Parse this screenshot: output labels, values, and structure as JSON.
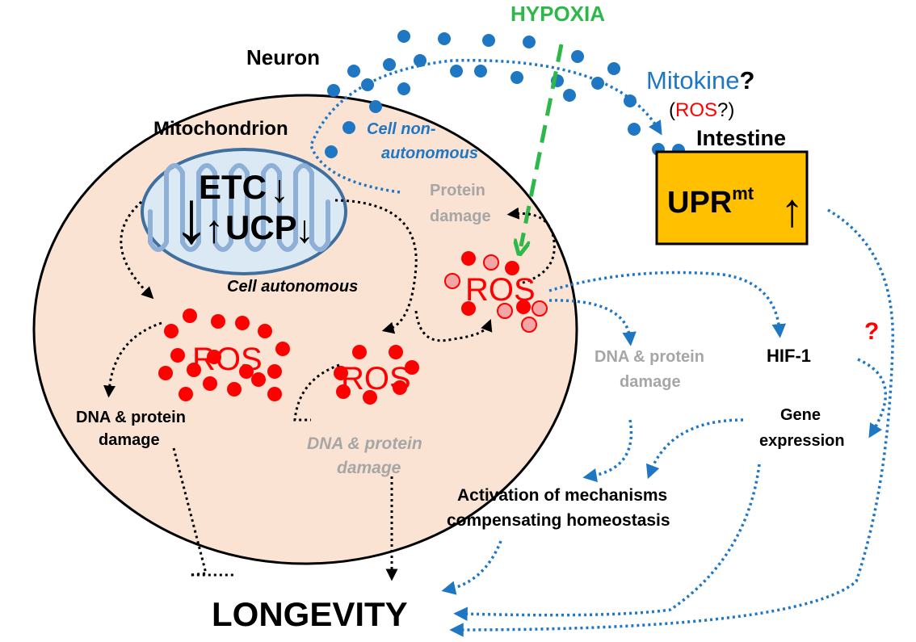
{
  "labels": {
    "neuron": "Neuron",
    "hypoxia": "HYPOXIA",
    "mitokine": "Mitokine",
    "mitokine_q": "?",
    "ros_paren_open": "(",
    "ros_paren_ros": "ROS",
    "ros_paren_close": "?)",
    "intestine": "Intestine",
    "upr": "UPR",
    "upr_sup": "mt",
    "upr_arrow": "↑",
    "mitochondrion": "Mitochondrion",
    "etc": "ETC",
    "ucp": "UCP",
    "cell_non_autonomous_1": "Cell non-",
    "cell_non_autonomous_2": "autonomous",
    "cell_autonomous": "Cell autonomous",
    "protein_damage_1": "Protein",
    "protein_damage_2": "damage",
    "ros_left": "ROS",
    "ros_middle": "ROS",
    "ros_right": "ROS",
    "dna_left_1": "DNA & protein",
    "dna_left_2": "damage",
    "dna_middle_1": "DNA & protein",
    "dna_middle_2": "damage",
    "dna_right_1": "DNA & protein",
    "dna_right_2": "damage",
    "hif1": "HIF-1",
    "question_red": "?",
    "gene_1": "Gene",
    "gene_2": "expression",
    "activation_1": "Activation of mechanisms",
    "activation_2": "compensating homeostasis",
    "longevity": "LONGEVITY"
  },
  "colors": {
    "cell_fill": "#fbe3d4",
    "mito_fill": "#dbe9f5",
    "mito_stroke": "#3f6f9f",
    "intestine_fill": "#ffc000",
    "ros_red": "#ff0000",
    "blue_arrow": "#1f77c4",
    "hypoxia_green": "#2eb84a",
    "grey_text": "#a6a6a6"
  }
}
